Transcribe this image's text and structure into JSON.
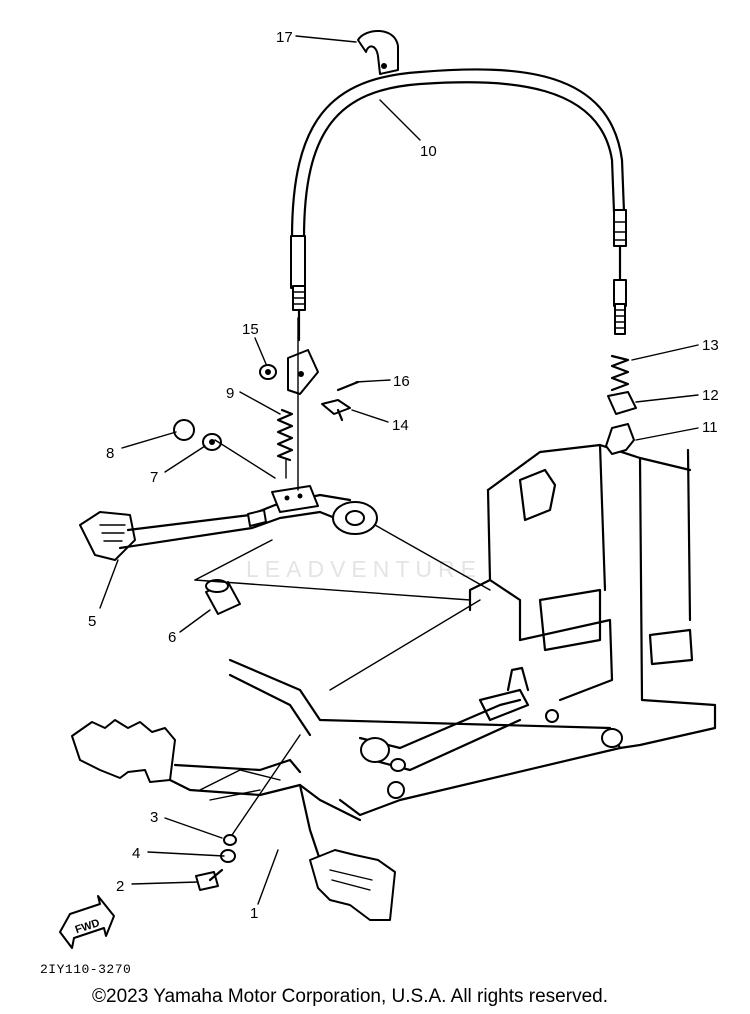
{
  "diagram": {
    "callouts": [
      {
        "id": "1",
        "label": "1"
      },
      {
        "id": "2",
        "label": "2"
      },
      {
        "id": "3",
        "label": "3"
      },
      {
        "id": "4",
        "label": "4"
      },
      {
        "id": "5",
        "label": "5"
      },
      {
        "id": "6",
        "label": "6"
      },
      {
        "id": "7",
        "label": "7"
      },
      {
        "id": "8",
        "label": "8"
      },
      {
        "id": "9",
        "label": "9"
      },
      {
        "id": "10",
        "label": "10"
      },
      {
        "id": "11",
        "label": "11"
      },
      {
        "id": "12",
        "label": "12"
      },
      {
        "id": "13",
        "label": "13"
      },
      {
        "id": "14",
        "label": "14"
      },
      {
        "id": "15",
        "label": "15"
      },
      {
        "id": "16",
        "label": "16"
      },
      {
        "id": "17",
        "label": "17"
      }
    ],
    "direction_label": "FWD",
    "diagram_code": "2IY110-3270",
    "watermark": "LEADVENTURE"
  },
  "footer": {
    "copyright": "©2023 Yamaha Motor Corporation, U.S.A. All rights reserved."
  }
}
